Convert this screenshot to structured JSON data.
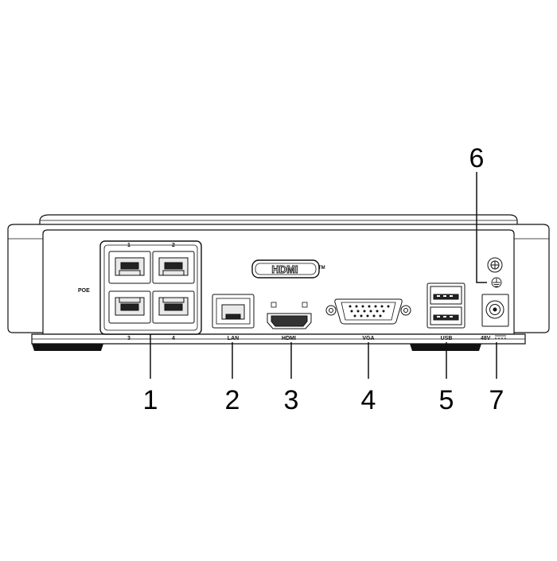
{
  "device_labels": {
    "poe": "POE",
    "poe_top_1": "1",
    "poe_top_2": "2",
    "poe_bottom_3": "3",
    "poe_bottom_4": "4",
    "lan": "LAN",
    "hdmi": "HDMI",
    "hdmi_logo": "HDMI",
    "tm": "TM",
    "vga": "VGA",
    "usb": "USB",
    "power": "48V"
  },
  "callouts": [
    {
      "id": "poe-ports",
      "number": "1"
    },
    {
      "id": "lan-port",
      "number": "2"
    },
    {
      "id": "hdmi-port",
      "number": "3"
    },
    {
      "id": "vga-port",
      "number": "4"
    },
    {
      "id": "usb-ports",
      "number": "5"
    },
    {
      "id": "ground-terminal",
      "number": "6"
    },
    {
      "id": "power-input",
      "number": "7"
    }
  ]
}
